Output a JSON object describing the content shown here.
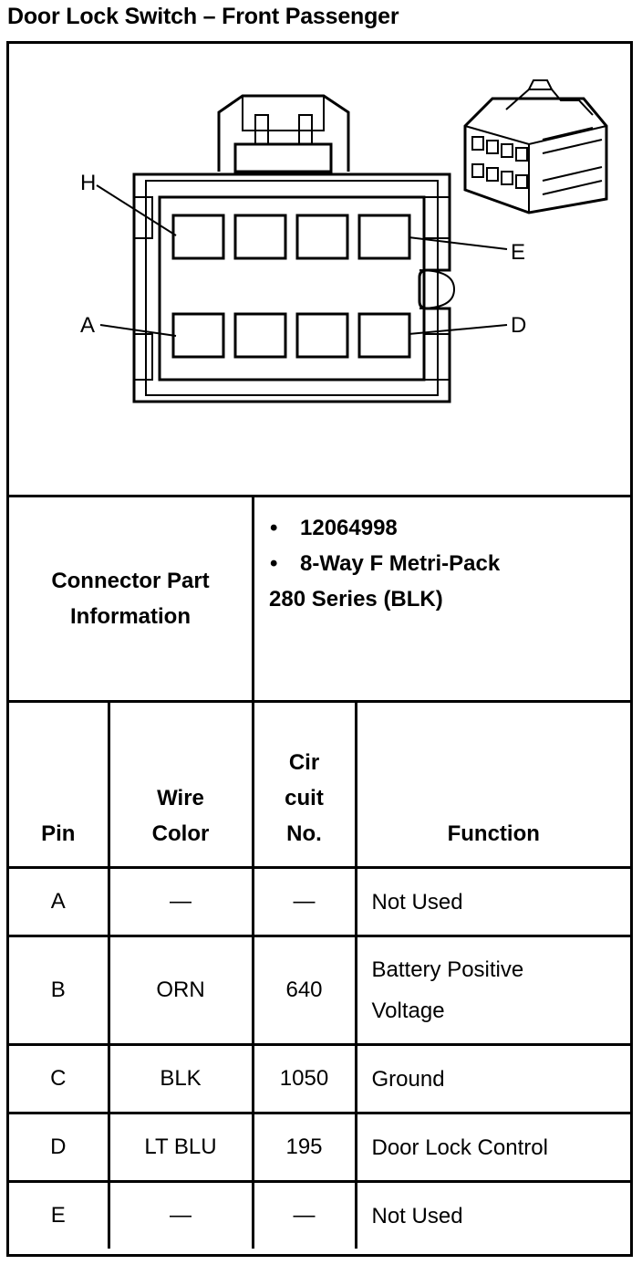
{
  "title": "Door Lock Switch – Front Passenger",
  "diagram": {
    "callouts": {
      "h": "H",
      "a": "A",
      "e": "E",
      "d": "D"
    }
  },
  "connector_info": {
    "label_line1": "Connector Part",
    "label_line2": "Information",
    "bullet": "•",
    "part_number": "12064998",
    "part_type": "8-Way F Metri-Pack",
    "series": "280 Series (BLK)"
  },
  "table": {
    "headers": {
      "pin": "Pin",
      "wire_color_1": "Wire",
      "wire_color_2": "Color",
      "circuit_1": "Cir",
      "circuit_2": "cuit",
      "circuit_3": "No.",
      "function": "Function"
    },
    "rows": [
      {
        "pin": "A",
        "color": "—",
        "circuit": "—",
        "function": "Not Used"
      },
      {
        "pin": "B",
        "color": "ORN",
        "circuit": "640",
        "function_1": "Battery Positive",
        "function_2": "Voltage"
      },
      {
        "pin": "C",
        "color": "BLK",
        "circuit": "1050",
        "function": "Ground"
      },
      {
        "pin": "D",
        "color": "LT BLU",
        "circuit": "195",
        "function": "Door Lock Control"
      },
      {
        "pin": "E",
        "color": "—",
        "circuit": "—",
        "function": "Not Used"
      }
    ]
  }
}
